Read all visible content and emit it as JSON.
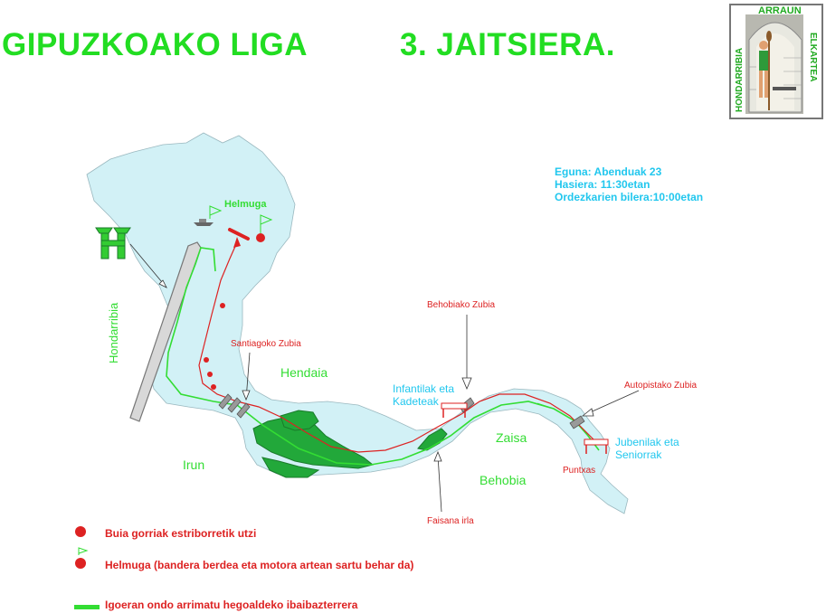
{
  "header": {
    "title_left": "GIPUZKOAKO LIGA",
    "title_right": "3. JAITSIERA."
  },
  "logo": {
    "text_top": "ARRAUN",
    "text_left": "HONDARRIBIA",
    "text_right": "ELKARTEA"
  },
  "info": {
    "date": "Eguna: Abenduak 23",
    "start": "Hasiera: 11:30etan",
    "meeting": "Ordezkarien bilera:10:00etan"
  },
  "map_labels": {
    "helmuga": "Helmuga",
    "hondarribia": "Hondarribia",
    "hendaia": "Hendaia",
    "irun": "Irun",
    "zaisa": "Zaisa",
    "behobia": "Behobia",
    "santiago_bridge": "Santiagoko Zubia",
    "behobia_bridge": "Behobiako Zubia",
    "autopista_bridge": "Autopistako Zubia",
    "infantil_line1": "Infantilak eta",
    "infantil_line2": "Kadeteak",
    "jubenil_line1": "Jubenilak eta",
    "jubenil_line2": "Seniorrak",
    "puntxas": "Puntxas",
    "faisana": "Faisana irla"
  },
  "legend": {
    "buoys": "Buia gorriak estriborretik utzi",
    "finish": "Helmuga (bandera berdea eta motora artean sartu behar da)",
    "rule": "Igoeran ondo arrimatu hegoaldeko ibaibazterrera"
  },
  "colors": {
    "water": "#d2f1f6",
    "green_route": "#33dd33",
    "red_route": "#dd2222",
    "island": "#22a83a",
    "title": "#22dd22",
    "info": "#21c7ee"
  }
}
